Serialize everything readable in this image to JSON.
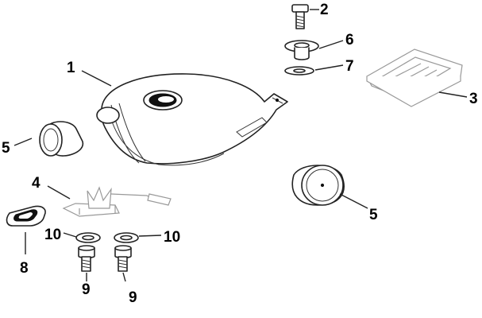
{
  "diagram": {
    "callouts": [
      {
        "id": "c1",
        "label": "1"
      },
      {
        "id": "c2",
        "label": "2"
      },
      {
        "id": "c3",
        "label": "3"
      },
      {
        "id": "c4",
        "label": "4"
      },
      {
        "id": "c5a",
        "label": "5"
      },
      {
        "id": "c5b",
        "label": "5"
      },
      {
        "id": "c6",
        "label": "6"
      },
      {
        "id": "c7",
        "label": "7"
      },
      {
        "id": "c8",
        "label": "8"
      },
      {
        "id": "c9a",
        "label": "9"
      },
      {
        "id": "c9b",
        "label": "9"
      },
      {
        "id": "c10a",
        "label": "10"
      },
      {
        "id": "c10b",
        "label": "10"
      }
    ]
  }
}
